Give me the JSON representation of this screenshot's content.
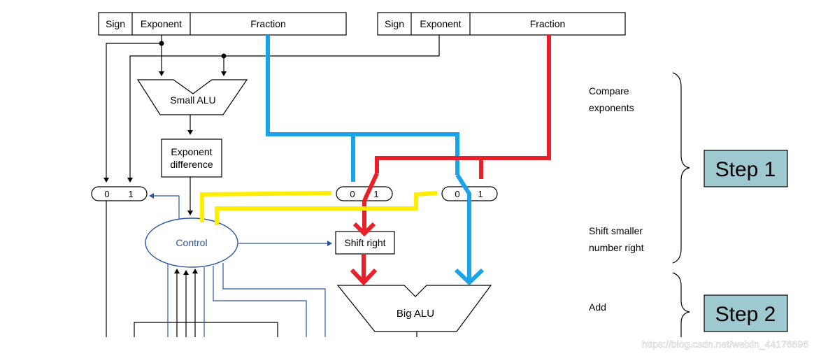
{
  "reg_a": {
    "sign": "Sign",
    "exponent": "Exponent",
    "fraction": "Fraction"
  },
  "reg_b": {
    "sign": "Sign",
    "exponent": "Exponent",
    "fraction": "Fraction"
  },
  "small_alu": "Small ALU",
  "exp_diff": [
    "Exponent",
    "difference"
  ],
  "mux_left": {
    "in0": "0",
    "in1": "1"
  },
  "mux_mid": {
    "in0": "0",
    "in1": "1"
  },
  "mux_right": {
    "in0": "0",
    "in1": "1"
  },
  "control": "Control",
  "shift_right": "Shift right",
  "big_alu": "Big ALU",
  "notes": {
    "compare": [
      "Compare",
      "exponents"
    ],
    "shift": [
      "Shift smaller",
      "number right"
    ],
    "add": "Add"
  },
  "steps": {
    "step1": "Step 1",
    "step2": "Step 2"
  },
  "watermark": "https://blog.csdn.net/weixin_44176696",
  "colors": {
    "blue": "#1aa3e8",
    "red": "#e8202a",
    "yellow": "#ffee00",
    "control_blue": "#2b55a0",
    "step_fill": "#9ec9d1"
  }
}
